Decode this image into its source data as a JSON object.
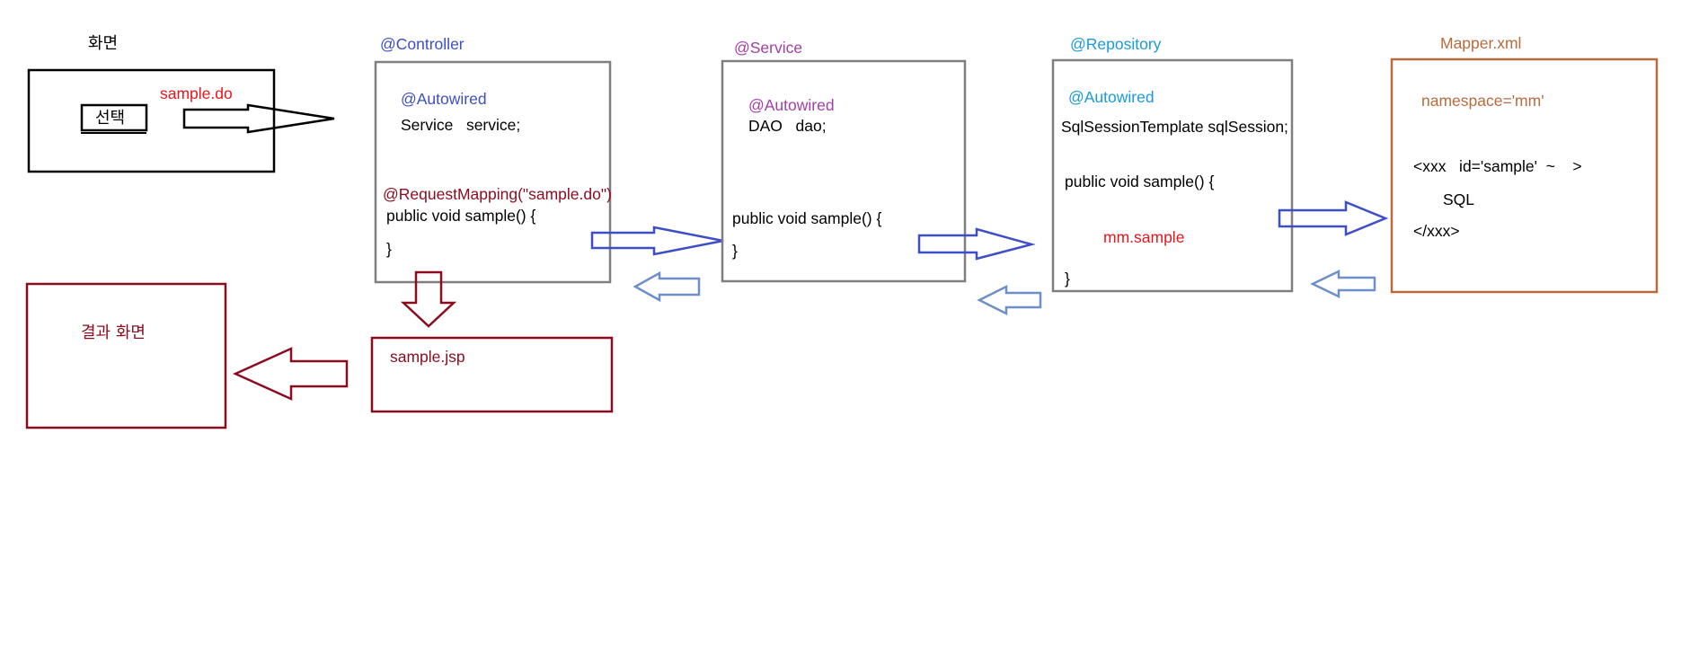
{
  "colors": {
    "black": "#000000",
    "gray": "#7f7f7f",
    "darkred": "#8b0c1f",
    "red": "#e8151c",
    "blue": "#3e4ec8",
    "lightblue": "#6e8fc7",
    "purple": "#a23ea8",
    "cyan": "#1a9ad8",
    "brown": "#b86b3e"
  },
  "screen": {
    "title": "화면",
    "button": "선택",
    "request": "sample.do"
  },
  "controller": {
    "title": "@Controller",
    "autowired": "@Autowired",
    "field": "Service   service;",
    "mapping": "@RequestMapping(\"sample.do\")",
    "method": "public void sample() {",
    "close": "}"
  },
  "service": {
    "title": "@Service",
    "autowired": "@Autowired",
    "field": "DAO   dao;",
    "method": "public void sample() {",
    "close": "}"
  },
  "repository": {
    "title": "@Repository",
    "autowired": "@Autowired",
    "field": "SqlSessionTemplate sqlSession;",
    "method": "public void sample() {",
    "call": "mm.sample",
    "close": "}"
  },
  "mapper": {
    "title": "Mapper.xml",
    "namespace": "namespace='mm'",
    "open_tag": "<xxx   id='sample'  ~    >",
    "sql": "SQL",
    "close_tag": "</xxx>"
  },
  "view": {
    "file": "sample.jsp"
  },
  "result": {
    "label": "결과 화면"
  }
}
